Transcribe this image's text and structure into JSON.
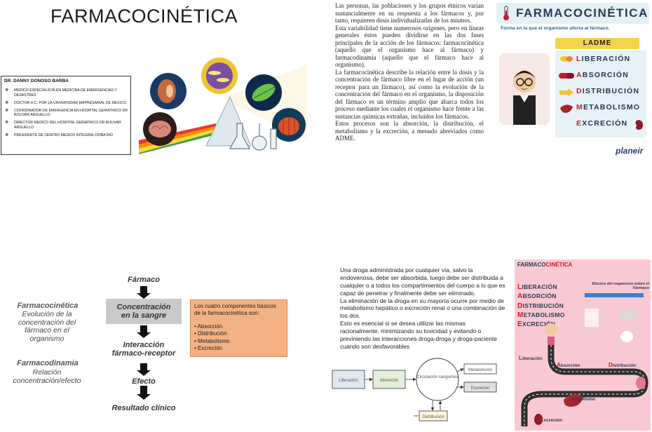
{
  "slide1": {
    "title": "FARMACOCINÉTICA",
    "author": {
      "name": "DR. DANNY DONOSO BARBA",
      "credentials": [
        "MEDICO ESPECIALISTA EN MEDICINA DE EMERGENCIAS Y DESASTRES",
        "DOCTOR H.C. POR LA UNIVERSIDAD EMPRESARIAL DE MEXICO.",
        "COORDINADOR DE EMERGENCIA EN HOSPITAL GERIÁTRICO DR BOLIVAR ARGUELLO",
        "DIRECTOR MEDICO DEL HOSPITAL GERIATRICO DR BOLIVAR ARGUELLO",
        "PRESIDENTE DE CENTRO MEDICO INTEGRAL DOBA RIO"
      ]
    }
  },
  "slide2": {
    "paragraphs": [
      "Las personas, las poblaciones y los grupos étnicos varían sustancialmente en su respuesta a los fármacos y, por tanto, requieren dosis individualizadas de los mismos.",
      "Esta variabilidad tiene numerosos orígenes, pero en líneas generales éstos pueden dividirse en las dos fases principales de la acción de los fármacos: farmacocinética (aquello que el organismo hace al fármaco) y farmacodinamia (aquello que el fármaco hace al organismo).",
      "La farmacocinética describe la relación entre la dosis y la concentración de fármaco libre en el lugar de acción (un receptor para un fármaco), así como la evolución de la concentración del fármaco en el organismo, la disposición del fármaco es un término amplio que abarca todos los proceso mediante los cuales el organismo hace frente a las sustancias químicas extrañas, incluidos los fármacos.",
      "Estos procesos son la absorción, la distribución, el metabolismo y la excreción, a menudo abreviados como ADME."
    ],
    "infographic": {
      "title": "FARMACOCINÉTICA",
      "subtitle": "Forma en la que el organismo afecta al fármaco.",
      "acronym": "LADME",
      "steps": [
        {
          "first": "L",
          "rest": "IBERACIÓN"
        },
        {
          "first": "A",
          "rest": "BSORCIÓN"
        },
        {
          "first": "D",
          "rest": "ISTRIBUCIÓN"
        },
        {
          "first": "M",
          "rest": "ETABOLISMO"
        },
        {
          "first": "E",
          "rest": "XCRECIÓN"
        }
      ],
      "brand": "planeir",
      "colors": {
        "header_bg": "#e3f1f5",
        "accent_red": "#c21d2c",
        "ladme_yellow": "#f3d34a",
        "navy": "#2b3a55"
      }
    }
  },
  "slide3": {
    "left_terms": [
      {
        "term": "Farmacocinética",
        "desc": "Evolución de la concentración del fármaco en el organismo"
      },
      {
        "term": "Farmacodinamia",
        "desc": "Relación concentración/efecto"
      }
    ],
    "flow": [
      "Fármaco",
      "Concentración en la sangre",
      "Interacción fármaco-receptor",
      "Efecto",
      "Resultado clínico"
    ],
    "box": {
      "title": "Los cuatro componentes básicos de la farmacocinética son:",
      "items": [
        "Absorción",
        "Distribución",
        "Metabolismo",
        "Excreción"
      ],
      "color": "#f4b183"
    }
  },
  "slide4": {
    "paragraphs": [
      "Una droga administrada por cualquier vía, salvo la endovenosa, debe ser absorbida, luego debe ser distribuida a cualquier o a todos los compartimientos del cuerpo a lo que es capaz de penetrar y finalmente debe ser eliminado.",
      "La eliminación de la droga en su mayoría ocurre por medio de metabolismo hepático o excreción renal o una combinación de los dos.",
      "Esto es esencial si se desea utilizar las mismas racionalmente, minimizando su toxicidad y evitando o previniendo las interacciones droga-droga y droga-paciente cuando son desfavorables"
    ],
    "diagram": {
      "liberation": "Liberación",
      "absorption": "Absorción",
      "center": "Circulación sanguínea",
      "metabolism": "Metabolismo",
      "excretion": "Excreción",
      "distribution": "Distribución"
    },
    "infographic": {
      "title_a": "FARMACO",
      "title_b": "CINÉTICA",
      "subtitle": "Efectos del organismo sobre el Fármaco",
      "list": [
        {
          "first": "L",
          "rest": "IBERACIÓN"
        },
        {
          "first": "A",
          "rest": "BSORCIÓN"
        },
        {
          "first": "D",
          "rest": "ISTRIBUCIÓN"
        },
        {
          "first": "M",
          "rest": "ETABOLISMO"
        },
        {
          "first": "E",
          "rest": "XCRECIÓN"
        }
      ],
      "tags": {
        "liberation": {
          "first": "L",
          "rest": "iberación"
        },
        "absorption": {
          "first": "A",
          "rest": "bsorción"
        },
        "distribution": {
          "first": "D",
          "rest": "istribución"
        },
        "metabolism": {
          "first": "M",
          "rest": "etabolismo"
        },
        "excretion": {
          "first": "E",
          "rest": "xcreción"
        }
      },
      "bg": "#f9c9d3"
    }
  }
}
